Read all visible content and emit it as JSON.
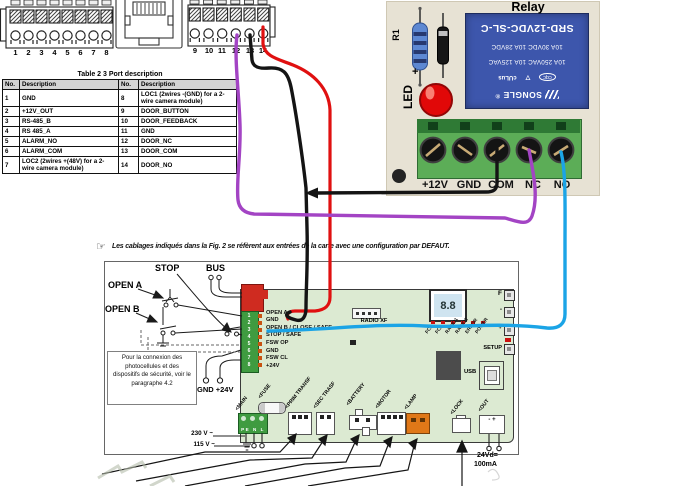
{
  "connector_diagram": {
    "left_pins": [
      "1",
      "2",
      "3",
      "4",
      "5",
      "6",
      "7",
      "8"
    ],
    "right_pins": [
      "9",
      "10",
      "11",
      "12",
      "13",
      "14"
    ]
  },
  "port_table": {
    "title": "Table 2 3 Port description",
    "col_no": "No.",
    "col_desc": "Description",
    "rows": [
      {
        "no1": "1",
        "desc1": "GND",
        "no2": "8",
        "desc2": "LOC1 (2wires -(GND) for a 2-wire camera module)"
      },
      {
        "no1": "2",
        "desc1": "+12V_OUT",
        "no2": "9",
        "desc2": "DOOR_BUTTON"
      },
      {
        "no1": "3",
        "desc1": "RS-485_B",
        "no2": "10",
        "desc2": "DOOR_FEEDBACK"
      },
      {
        "no1": "4",
        "desc1": "RS 485_A",
        "no2": "11",
        "desc2": "GND"
      },
      {
        "no1": "5",
        "desc1": "ALARM_NO",
        "no2": "12",
        "desc2": "DOOR_NC"
      },
      {
        "no1": "6",
        "desc1": "ALARM_COM",
        "no2": "13",
        "desc2": "DOOR_COM"
      },
      {
        "no1": "7",
        "desc1": "LOC2 (2wires +(48V) for a 2-wire camera module)",
        "no2": "14",
        "desc2": "DOOR_NO"
      }
    ]
  },
  "relay_module": {
    "title": "Relay",
    "model": "SRD-12VDC-SL-C",
    "rating_ac": "10A 250VAC  10A 125VAC",
    "rating_dc": "10A 30VDC  10A 28VDC",
    "brand": "SONGLE",
    "reg_mark": "®",
    "cert_cqc": "cqc",
    "cert_tri": "▽",
    "cert_ul": "cULus",
    "resistor_label": "R1",
    "led_label": "LED",
    "led_plus": "+",
    "terminals": [
      "+12V",
      "GND",
      "COM",
      "NC",
      "NO"
    ]
  },
  "note": {
    "icon": "pointing-hand",
    "text": "Les cablages indiqués dans la Fig. 2 se réfèrent aux entrées de la carte avec une configuration par DEFAUT."
  },
  "board": {
    "stop_label": "STOP",
    "bus_label": "BUS",
    "open_a_label": "OPEN A",
    "open_b_label": "OPEN B",
    "gnd_24v_label": "GND +24V",
    "safety_note": "Pour la connexion des photocellules et des dispositifs de sécurité, voir le paragraphe 4.2",
    "input_numbers": [
      "1",
      "2",
      "3",
      "4",
      "5",
      "6",
      "7",
      "8"
    ],
    "input_labels": [
      "OPEN A",
      "GND",
      "OPEN B / CLOSE / SAFE",
      "STOP / SAFE",
      "FSW OP",
      "GND",
      "FSW CL",
      "+24V"
    ],
    "radio_xf": "RADIO XF",
    "display_value": "8.8",
    "led_labels": [
      "FC1",
      "FC2",
      "RADIO1",
      "RADIO2",
      "ERROR",
      "POWER"
    ],
    "btn_f": "F",
    "btn_minus": "-",
    "btn_plus": "+",
    "btn_setup": "SETUP",
    "usb_label": "USB",
    "conn_labels": [
      "<MAIN",
      "<FUSE",
      "<PRIM TRANSF",
      "<SEC TRASF",
      "<BATTERY",
      "<MOTOR",
      "<LAMP",
      "<LOCK",
      "<OUT"
    ],
    "main_pins": "PE N L",
    "out_pins": "- +",
    "v230": "230 V ~",
    "v115": "115 V ~",
    "out_rating_line1": "24Vd=",
    "out_rating_line2": "100mA"
  },
  "wire_colors": {
    "door_no_red": "#e01010",
    "door_com_black": "#141414",
    "door_nc_purple": "#a344c4",
    "relay_no_cyan": "#1ba4e6"
  },
  "palette": {
    "relay_blue": "#3d56ac",
    "pcb_beige": "#e7e2d4",
    "terminal_green": "#5cad57",
    "board_green": "#dcead2",
    "connector_red": "#cf2b20",
    "strip_green": "#3f9b40",
    "lamp_orange": "#e07818",
    "display_blue": "#cfe4f0",
    "led_red": "#cc1111"
  }
}
